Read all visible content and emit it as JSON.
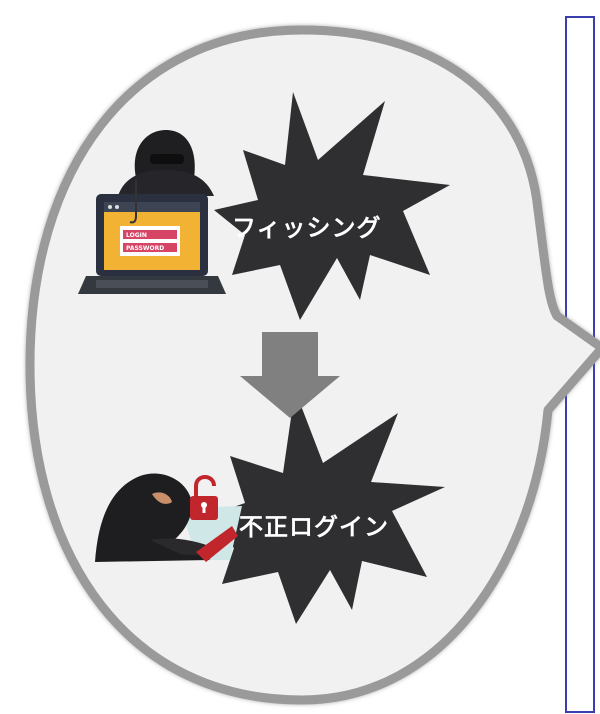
{
  "labels": {
    "phishing": "フィッシング",
    "unauthorized_login": "不正ログイン"
  },
  "laptop_screen": {
    "login": "LOGIN",
    "password": "PASSWORD"
  },
  "colors": {
    "bubble_fill": "#f1f1f1",
    "bubble_outline": "#9a9a9a",
    "burst_fill": "#2f2f31",
    "arrow": "#808080",
    "panel_border": "#3a3fb0",
    "phishing_screen": "#f2b233",
    "login_field": "#d64566",
    "lock": "#c0262c"
  },
  "icons": {
    "hacker_laptop": "hacker-laptop-icon",
    "hacker_lock": "hacker-lock-icon",
    "arrow": "arrow-down-icon"
  }
}
